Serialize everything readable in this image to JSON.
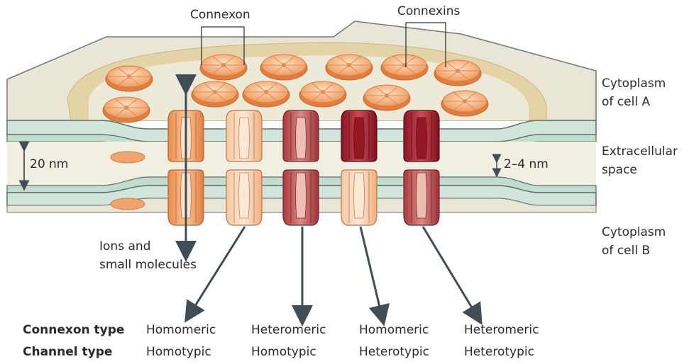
{
  "labels": {
    "connexon": "Connexon",
    "connexins": "Connexins",
    "cyto_a_1": "Cytoplasm",
    "cyto_a_2": "of cell A",
    "extra_1": "Extracellular",
    "extra_2": "space",
    "cyto_b_1": "Cytoplasm",
    "cyto_b_2": "of cell B",
    "gap_20": "20 nm",
    "gap_2_4": "2–4 nm",
    "ions_1": "Ions and",
    "ions_2": "small molecules"
  },
  "table": {
    "row1_header": "Connexon type",
    "row2_header": "Channel type",
    "columns": [
      {
        "connexon": "Homomeric",
        "channel": "Homotypic"
      },
      {
        "connexon": "Heteromeric",
        "channel": "Homotypic"
      },
      {
        "connexon": "Homomeric",
        "channel": "Heterotypic"
      },
      {
        "connexon": "Heteromeric",
        "channel": "Heterotypic"
      }
    ]
  },
  "colors": {
    "membrane": "#cfe3d8",
    "membrane_edge": "#5c6f66",
    "plate": "#e8e5d6",
    "plate_ring": "#e2d3a6",
    "connexon_light": "#f4b07a",
    "connexon_pale": "#f8cfa8",
    "connexon_red": "#b8484e",
    "connexon_dark_red": "#9a1f2a",
    "arrow": "#3f4d58"
  }
}
